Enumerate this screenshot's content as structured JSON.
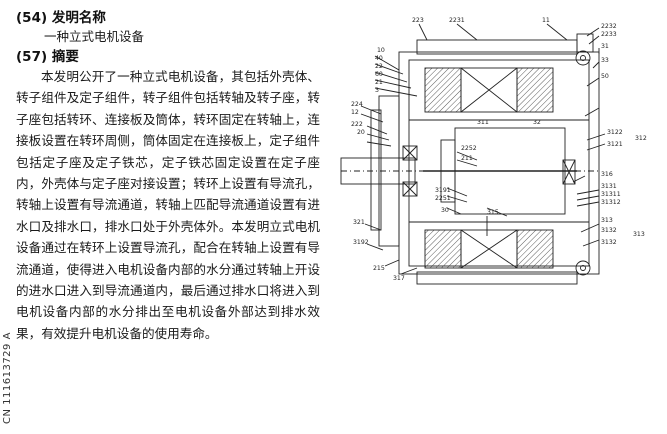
{
  "header": {
    "section54_label": "(54) 发明名称",
    "invention_name": "一种立式电机设备",
    "section57_label": "(57) 摘要"
  },
  "abstract": "本发明公开了一种立式电机设备，其包括外壳体、转子组件及定子组件，转子组件包括转轴及转子座，转子座包括转环、连接板及筒体，转环固定在转轴上，连接板设置在转环周侧，筒体固定在连接板上，定子组件包括定子座及定子铁芯，定子铁芯固定设置在定子座内，外壳体与定子座对接设置；转环上设置有导流孔，转轴上设置有导流通道，转轴上匹配导流通道设置有进水口及排水口，排水口处于外壳体外。本发明立式电机设备通过在转环上设置导流孔，配合在转轴上设置有导流通道，使得进入电机设备内部的水分通过转轴上开设的进水口进入到导流通道内，最后通过排水口将进入到电机设备内部的水分排出至电机设备外部达到排水效果，有效提升电机设备的使用寿命。",
  "side_id": "CN 111613729 A",
  "figure_labels": {
    "l10": "10",
    "l223": "223",
    "l2231": "2231",
    "l11": "11",
    "l40": "40",
    "l2232": "2232",
    "l2233": "2233",
    "l22": "22",
    "l60": "60",
    "l31": "31",
    "l21": "21",
    "l33": "33",
    "l50": "50",
    "l3": "3",
    "l224": "224",
    "l12": "12",
    "l222": "222",
    "l20": "20",
    "l311": "311",
    "l32": "32",
    "l3122": "3122",
    "l312": "312",
    "l3121": "3121",
    "l2252": "2252",
    "l211": "211",
    "l316": "316",
    "l313": "313",
    "l3131": "3131",
    "l31311": "31311",
    "l31312": "31312",
    "l3191": "3191",
    "l2251": "2251",
    "l30": "30",
    "l315": "315",
    "l321": "321",
    "l3192": "3192",
    "l3132": "3132",
    "l215": "215",
    "l317": "317",
    "l3132b": "3132",
    "l313b": "313"
  }
}
